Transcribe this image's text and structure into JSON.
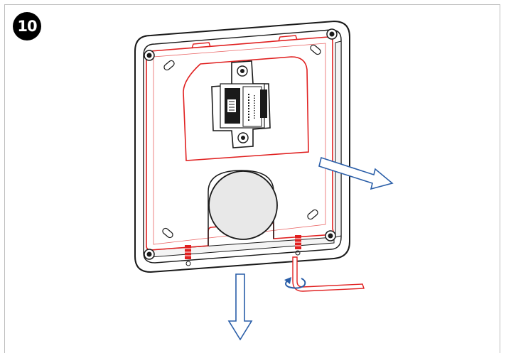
{
  "step": {
    "number": "10"
  },
  "illustration": {
    "description_icons": [
      "device-backplate",
      "mounting-bracket",
      "allen-key-icon",
      "rotate-arrow-icon",
      "pull-arrow-right-icon",
      "pull-arrow-down-icon"
    ],
    "colors": {
      "outline": "#1a1a1a",
      "highlight": "#e02020",
      "arrow_fill": "#ffffff",
      "arrow_stroke": "#2a5ea8",
      "hole_fill": "#e8e8e8"
    }
  }
}
